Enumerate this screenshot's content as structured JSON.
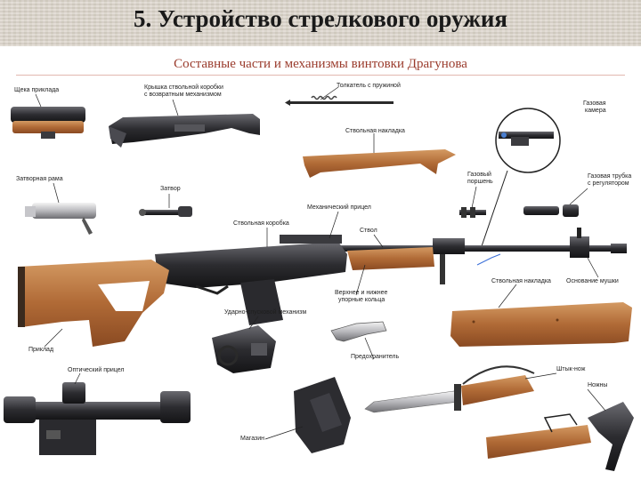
{
  "header": {
    "title": "5. Устройство стрелкового оружия",
    "subtitle": "Составные части и механизмы винтовки Драгунова"
  },
  "labels": {
    "butt_plate": "Щека приклада",
    "receiver_cover_line1": "Крышка ствольной коробки",
    "receiver_cover_line2": "с возвратным механизмом",
    "cleaning_rod": "Толкатель с пружиной",
    "gas_chamber_line1": "Газовая",
    "gas_chamber_line2": "камера",
    "handguard_top": "Ствольная накладка",
    "bolt_carrier": "Затворная рама",
    "bolt": "Затвор",
    "gas_piston_line1": "Газовый",
    "gas_piston_line2": "поршень",
    "gas_tube_line1": "Газовая трубка",
    "gas_tube_line2": "с регулятором",
    "receiver": "Ствольная коробка",
    "rear_sight": "Механический прицел",
    "barrel": "Ствол",
    "rings_line1": "Верхнее и нижнее",
    "rings_line2": "упорные кольца",
    "handguard_bottom": "Ствольная накладка",
    "front_sight_base": "Основание мушки",
    "trigger_mech": "Ударно-спусковой механизм",
    "stock": "Приклад",
    "safety": "Предохранитель",
    "optical_sight": "Оптический прицел",
    "bayonet": "Штык-нож",
    "scabbard": "Ножны",
    "magazine": "Магазин"
  },
  "colors": {
    "title_text": "#1a1a1a",
    "subtitle_text": "#9a3b2c",
    "metal": "#2c2c30",
    "wood": "#b06a36",
    "label_text": "#1e1e1e"
  }
}
